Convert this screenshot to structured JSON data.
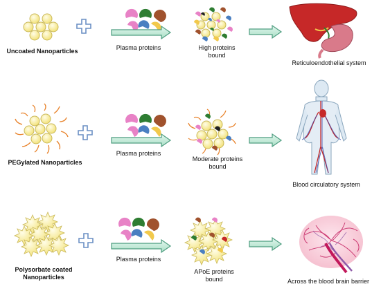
{
  "rows": [
    {
      "id": "uncoated",
      "nanoparticle_label": "Uncoated Nanoparticles",
      "protein_label": "Plasma proteins",
      "bound_label": [
        "High proteins",
        "bound"
      ],
      "outcome_label": "Reticuloendothelial system"
    },
    {
      "id": "pegylated",
      "nanoparticle_label": "PEGylated  Nanoparticles",
      "protein_label": "Plasma proteins",
      "bound_label": [
        "Moderate proteins",
        "bound"
      ],
      "outcome_label": "Blood circulatory system"
    },
    {
      "id": "polysorbate",
      "nanoparticle_label": [
        "Polysorbate coated",
        "Nanoparticles"
      ],
      "protein_label": "Plasma proteins",
      "bound_label": [
        "APoE proteins",
        "bound"
      ],
      "outcome_label": "Across the blood brain barrier"
    }
  ],
  "colors": {
    "particle_fill": "#fdf3a8",
    "particle_stroke": "#c9b85a",
    "arrow_fill": "#c9eddc",
    "arrow_stroke": "#4e9d80",
    "plus_stroke": "#6a8fc4",
    "peg_chain": "#e8822a",
    "protein_pink": "#e882c6",
    "protein_green": "#2e7d32",
    "protein_brown": "#a0522d",
    "protein_blue": "#4a7fc1",
    "protein_yellow": "#f2c94c",
    "liver": "#c62828",
    "stomach": "#d97a8a",
    "vessel_red": "#c62828",
    "vessel_blue": "#3949ab"
  },
  "icons": [
    "plus-icon",
    "right-arrow-icon",
    "liver-icon",
    "human-body-icon",
    "brain-vessels-icon"
  ]
}
